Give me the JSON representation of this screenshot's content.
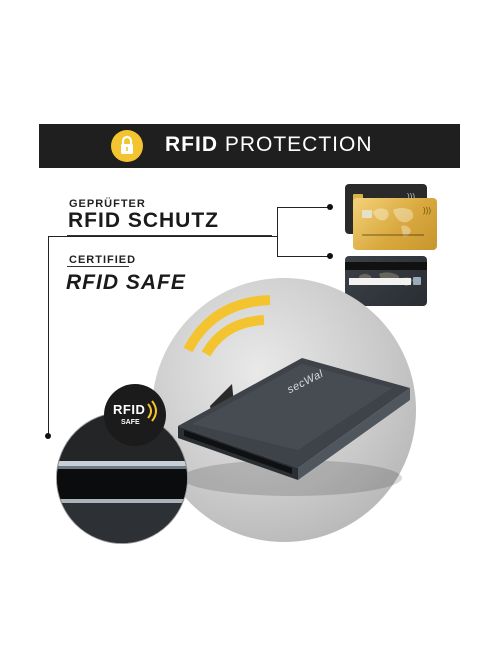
{
  "banner": {
    "title_bold": "RFID",
    "title_light": "PROTECTION",
    "icon": "lock-icon",
    "background_color": "#1f1f1f",
    "accent_color": "#f4c430"
  },
  "labels": {
    "tested_small": "GEPRÜFTER",
    "tested_big": "RFID SCHUTZ",
    "certified_small": "CERTIFIED",
    "certified_big": "RFID SAFE"
  },
  "badge": {
    "rfid": "RFID",
    "safe": "SAFE"
  },
  "product": {
    "brand": "secWal"
  }
}
